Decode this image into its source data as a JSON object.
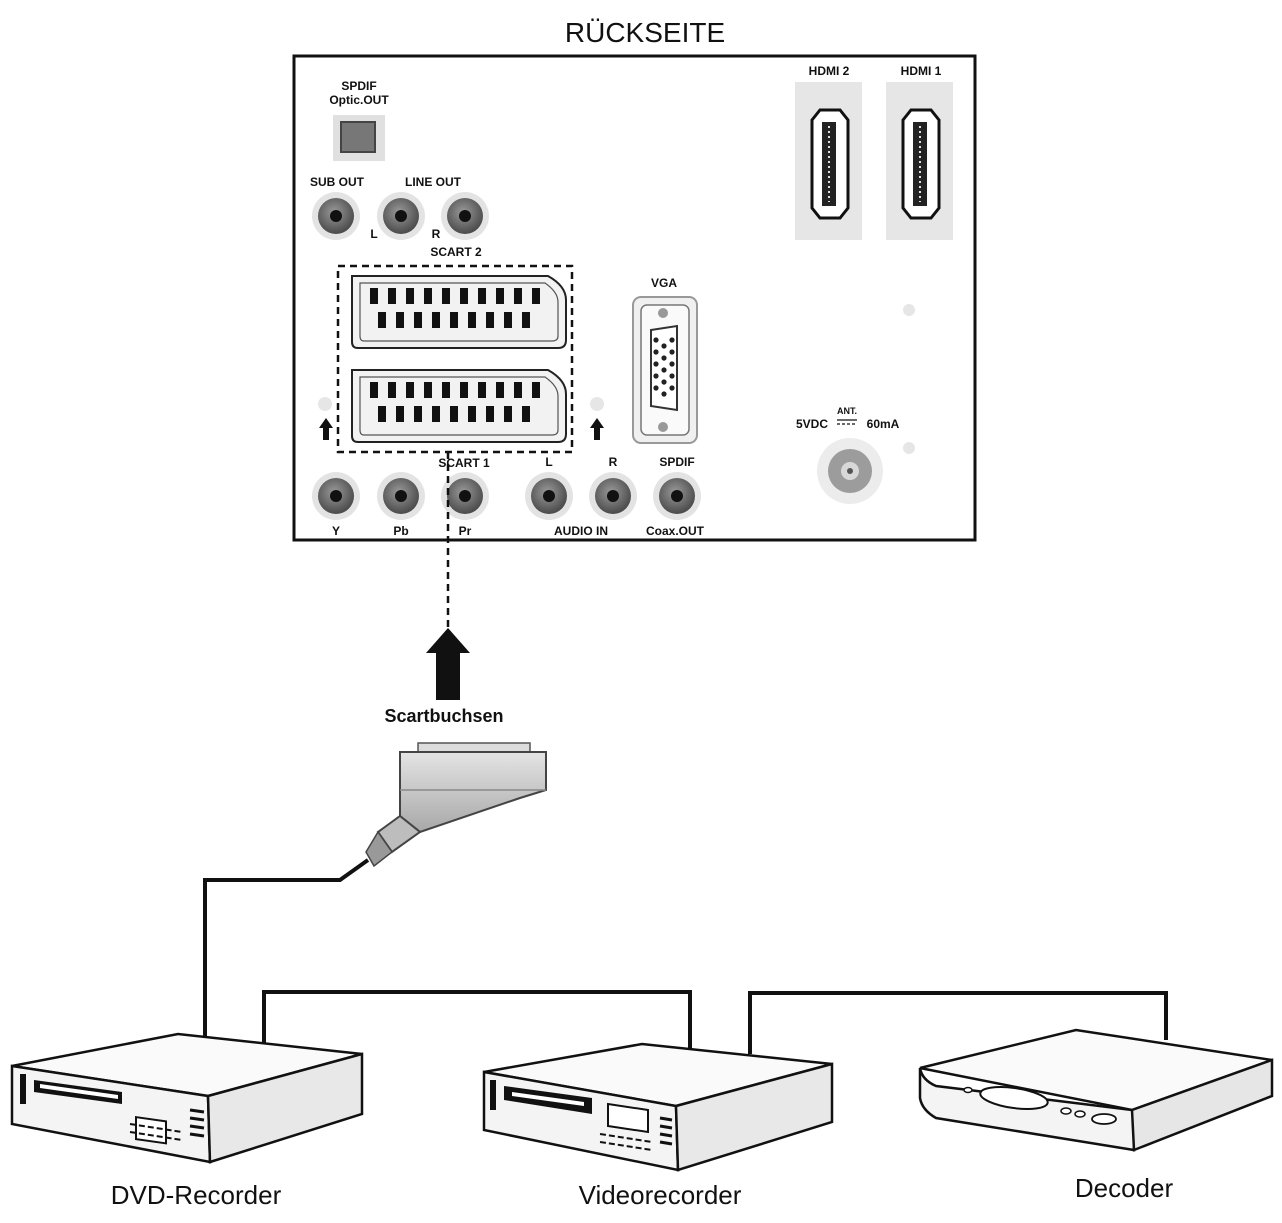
{
  "title": "RÜCKSEITE",
  "panel": {
    "spdif_optic": [
      "SPDIF",
      "Optic.OUT"
    ],
    "sub_out": "SUB OUT",
    "line_out": "LINE OUT",
    "line_l": "L",
    "line_r": "R",
    "scart2": "SCART 2",
    "scart1": "SCART 1",
    "vga": "VGA",
    "hdmi2": "HDMI 2",
    "hdmi1": "HDMI 1",
    "ant_top": "ANT.",
    "ant_left": "5VDC",
    "ant_right": "60mA",
    "audio_l": "L",
    "audio_r": "R",
    "spdif_coax": "SPDIF",
    "y": "Y",
    "pb": "Pb",
    "pr": "Pr",
    "audio_in": "AUDIO IN",
    "coax_out": "Coax.OUT"
  },
  "cable_label": "Scartbuchsen",
  "devices": [
    "DVD-Recorder",
    "Videorecorder",
    "Decoder"
  ]
}
